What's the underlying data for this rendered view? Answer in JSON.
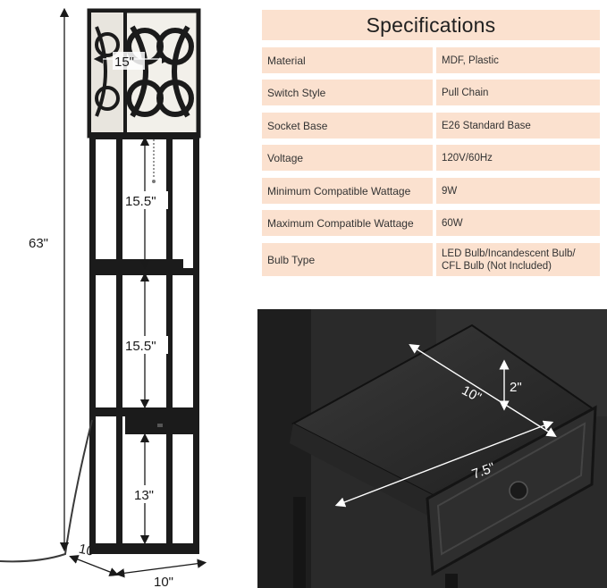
{
  "specs": {
    "title": "Specifications",
    "rows": [
      {
        "label": "Material",
        "value": "MDF, Plastic"
      },
      {
        "label": "Switch Style",
        "value": "Pull Chain"
      },
      {
        "label": "Socket Base",
        "value": "E26 Standard Base"
      },
      {
        "label": "Voltage",
        "value": "120V/60Hz"
      },
      {
        "label": "Minimum Compatible Wattage",
        "value": "9W"
      },
      {
        "label": "Maximum Compatible Wattage",
        "value": "60W"
      },
      {
        "label": "Bulb Type",
        "value_line1": "LED Bulb/Incandescent Bulb/",
        "value_line2": "CFL Bulb (Not Included)"
      }
    ]
  },
  "lamp_dimensions": {
    "height": "63\"",
    "shade": "15\"",
    "shelf_gap_1": "15.5\"",
    "shelf_gap_2": "15.5\"",
    "bottom_gap": "13\"",
    "depth": "10\"",
    "width": "10\""
  },
  "drawer_dimensions": {
    "width": "10\"",
    "height": "2\"",
    "depth": "7.5\""
  },
  "colors": {
    "spec_bg": "#fbe1cf",
    "frame": "#1b1b1b",
    "shade_glow": "#f2f0ea"
  }
}
